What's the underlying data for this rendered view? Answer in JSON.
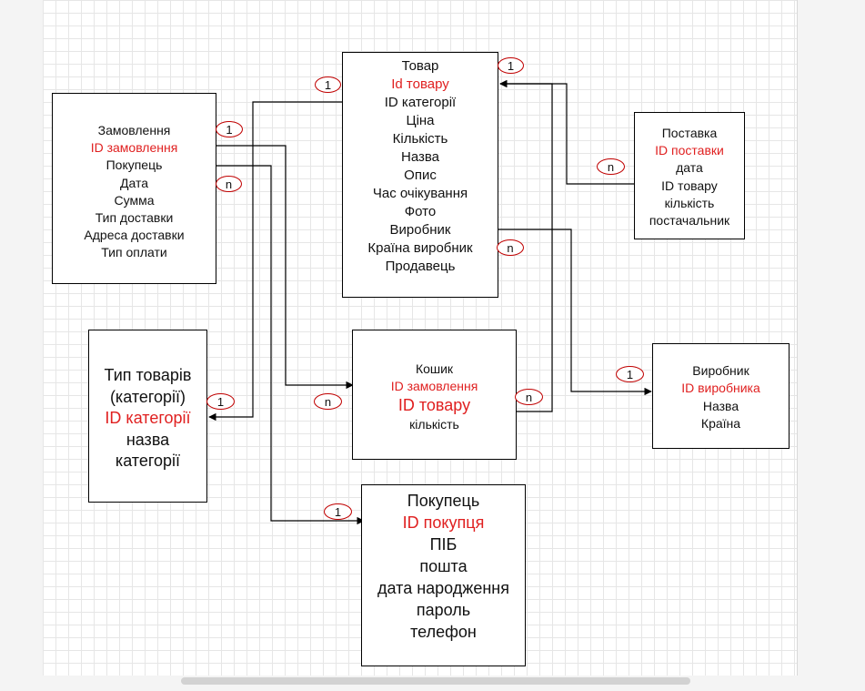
{
  "entities": {
    "zamovlennia": {
      "fields": [
        {
          "text": "Замовлення",
          "pk": false
        },
        {
          "text": "ID замовлення",
          "pk": true
        },
        {
          "text": "Покупець",
          "pk": false
        },
        {
          "text": "Дата",
          "pk": false
        },
        {
          "text": "Сумма",
          "pk": false
        },
        {
          "text": "Тип доставки",
          "pk": false
        },
        {
          "text": "Адреса доставки",
          "pk": false
        },
        {
          "text": "Тип оплати",
          "pk": false
        }
      ]
    },
    "tovar": {
      "fields": [
        {
          "text": "Товар",
          "pk": false
        },
        {
          "text": "Id товару",
          "pk": true
        },
        {
          "text": "ID категорії",
          "pk": false
        },
        {
          "text": "Ціна",
          "pk": false
        },
        {
          "text": "Кількість",
          "pk": false
        },
        {
          "text": "Назва",
          "pk": false
        },
        {
          "text": "Опис",
          "pk": false
        },
        {
          "text": "Час очікування",
          "pk": false
        },
        {
          "text": "Фото",
          "pk": false
        },
        {
          "text": "Виробник",
          "pk": false
        },
        {
          "text": "Країна виробник",
          "pk": false
        },
        {
          "text": "Продавець",
          "pk": false
        }
      ]
    },
    "postavka": {
      "fields": [
        {
          "text": "Поставка",
          "pk": false
        },
        {
          "text": "ID поставки",
          "pk": true
        },
        {
          "text": "дата",
          "pk": false
        },
        {
          "text": "ID товару",
          "pk": false
        },
        {
          "text": "кількість",
          "pk": false
        },
        {
          "text": "постачальник",
          "pk": false
        }
      ]
    },
    "typ_tovariv": {
      "fields": [
        {
          "text": "Тип товарів",
          "pk": false
        },
        {
          "text": "(категорії)",
          "pk": false
        },
        {
          "text": "ID категорії",
          "pk": true
        },
        {
          "text": "назва",
          "pk": false
        },
        {
          "text": "категорії",
          "pk": false
        }
      ]
    },
    "koshyk": {
      "fields": [
        {
          "text": "Кошик",
          "pk": false
        },
        {
          "text": "ID замовлення",
          "pk": true
        },
        {
          "text": "ID товару",
          "pk": true
        },
        {
          "text": "кількість",
          "pk": false
        }
      ]
    },
    "vyrobnyk": {
      "fields": [
        {
          "text": "Виробник",
          "pk": false
        },
        {
          "text": "ID виробника",
          "pk": true
        },
        {
          "text": "Назва",
          "pk": false
        },
        {
          "text": "Країна",
          "pk": false
        }
      ]
    },
    "pokupets": {
      "fields": [
        {
          "text": "Покупець",
          "pk": false
        },
        {
          "text": "ID покупця",
          "pk": true
        },
        {
          "text": "ПІБ",
          "pk": false
        },
        {
          "text": "пошта",
          "pk": false
        },
        {
          "text": "дата народження",
          "pk": false
        },
        {
          "text": "пароль",
          "pk": false
        },
        {
          "text": "телефон",
          "pk": false
        }
      ]
    }
  },
  "badges": {
    "tovar_left": "1",
    "tovar_top_right": "1",
    "tovar_right": "n",
    "zamovlennia_one": "1",
    "zamovlennia_many": "n",
    "typ_tovariv": "1",
    "koshyk_left": "n",
    "koshyk_right": "n",
    "vyrobnyk": "1",
    "postavka": "n",
    "pokupets": "1"
  },
  "colors": {
    "primary_key": "#e02020",
    "badge_border": "#c00000",
    "line": "#000000"
  }
}
